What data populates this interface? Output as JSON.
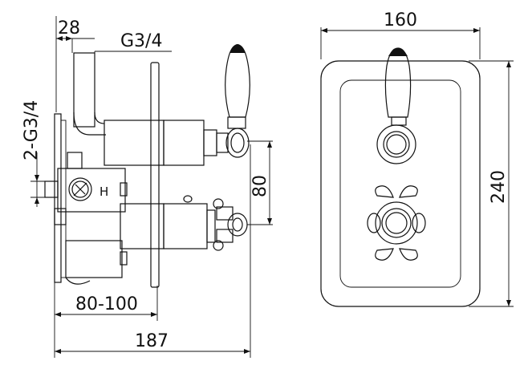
{
  "dimensions": {
    "side_depth": "28",
    "side_outlet_thread": "G3/4",
    "side_inlet_thread": "2-G3/4",
    "side_spacing": "80",
    "side_adjust_range": "80-100",
    "side_total": "187",
    "front_width": "160",
    "front_height": "240"
  },
  "markings": {
    "hot_label": "H"
  }
}
